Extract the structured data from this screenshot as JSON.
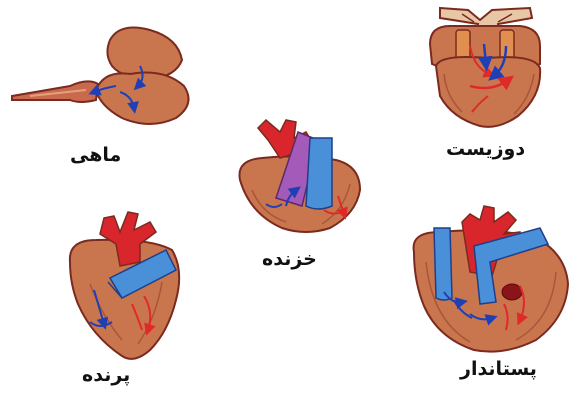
{
  "labels": {
    "fish": "ماهی",
    "amphibian": "دوزیست",
    "reptile": "خزنده",
    "bird": "پرنده",
    "mammal": "پستاندار"
  },
  "colors": {
    "muscle": "#c9764f",
    "outline": "#7a2a1f",
    "artery": "#d9262c",
    "vein": "#3b6fd6",
    "vein_light": "#4a90d9",
    "purple": "#a45ab8",
    "vessel_top": "#e8c7a6"
  }
}
